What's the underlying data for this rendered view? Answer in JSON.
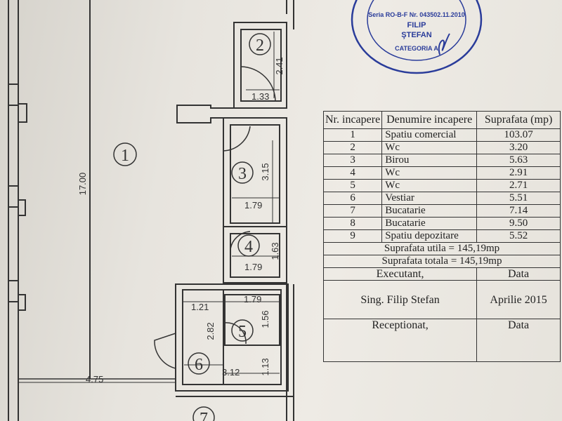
{
  "stamp": {
    "lines": [
      "Seria RO-B-F Nr. 043502.11.2010",
      "FILIP",
      "ŞTEFAN",
      "CATEGORIA A"
    ],
    "ink": "#2a3c9a"
  },
  "plan": {
    "rooms": [
      "1",
      "2",
      "3",
      "4",
      "5",
      "6",
      "7"
    ],
    "dims": {
      "total_len": "17.00",
      "width": "4.75",
      "r2_h": "2.41",
      "r2_w": "1.33",
      "r3_h": "3.15",
      "r3_w": "1.79",
      "r4_h": "1.63",
      "r4_w": "1.79",
      "r5_w": "1.79",
      "r5_h": "1.56",
      "r6_w1": "1.21",
      "r6_h": "2.82",
      "r6_w2": "3.12",
      "r6_h2": "1.13"
    },
    "line_color": "#333333"
  },
  "table": {
    "headers": {
      "nr": "Nr. incapere",
      "name": "Denumire incapere",
      "area": "Suprafata (mp)"
    },
    "rows": [
      {
        "nr": "1",
        "name": "Spatiu comercial",
        "area": "103.07"
      },
      {
        "nr": "2",
        "name": "Wc",
        "area": "3.20"
      },
      {
        "nr": "3",
        "name": "Birou",
        "area": "5.63"
      },
      {
        "nr": "4",
        "name": "Wc",
        "area": "2.91"
      },
      {
        "nr": "5",
        "name": "Wc",
        "area": "2.71"
      },
      {
        "nr": "6",
        "name": "Vestiar",
        "area": "5.51"
      },
      {
        "nr": "7",
        "name": "Bucatarie",
        "area": "7.14"
      },
      {
        "nr": "8",
        "name": "Bucatarie",
        "area": "9.50"
      },
      {
        "nr": "9",
        "name": "Spatiu depozitare",
        "area": "5.52"
      }
    ],
    "suprafata_utila": "Suprafata utila = 145,19mp",
    "suprafata_totala": "Suprafata totala = 145,19mp",
    "executant_label": "Executant,",
    "data_label": "Data",
    "executant_name": "Sing. Filip Stefan",
    "executant_date": "Aprilie 2015",
    "receptionat_label": "Receptionat,",
    "data_label2": "Data"
  }
}
